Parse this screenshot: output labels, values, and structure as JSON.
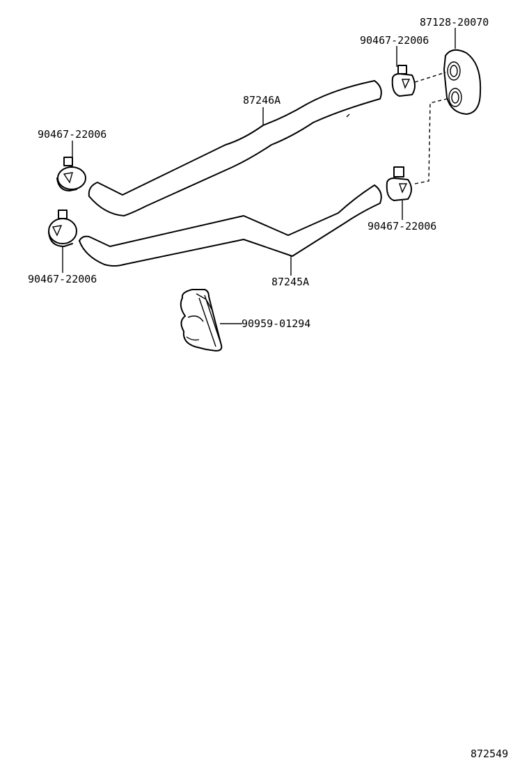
{
  "labels": {
    "grommet": "87128-20070",
    "clamp_top_right": "90467-22006",
    "hose_upper": "87246A",
    "clamp_top_left": "90467-22006",
    "clamp_mid_right": "90467-22006",
    "clamp_bottom_left": "90467-22006",
    "hose_lower": "87245A",
    "hose_clamp_block": "90959-01294",
    "diagram_number": "872549"
  }
}
